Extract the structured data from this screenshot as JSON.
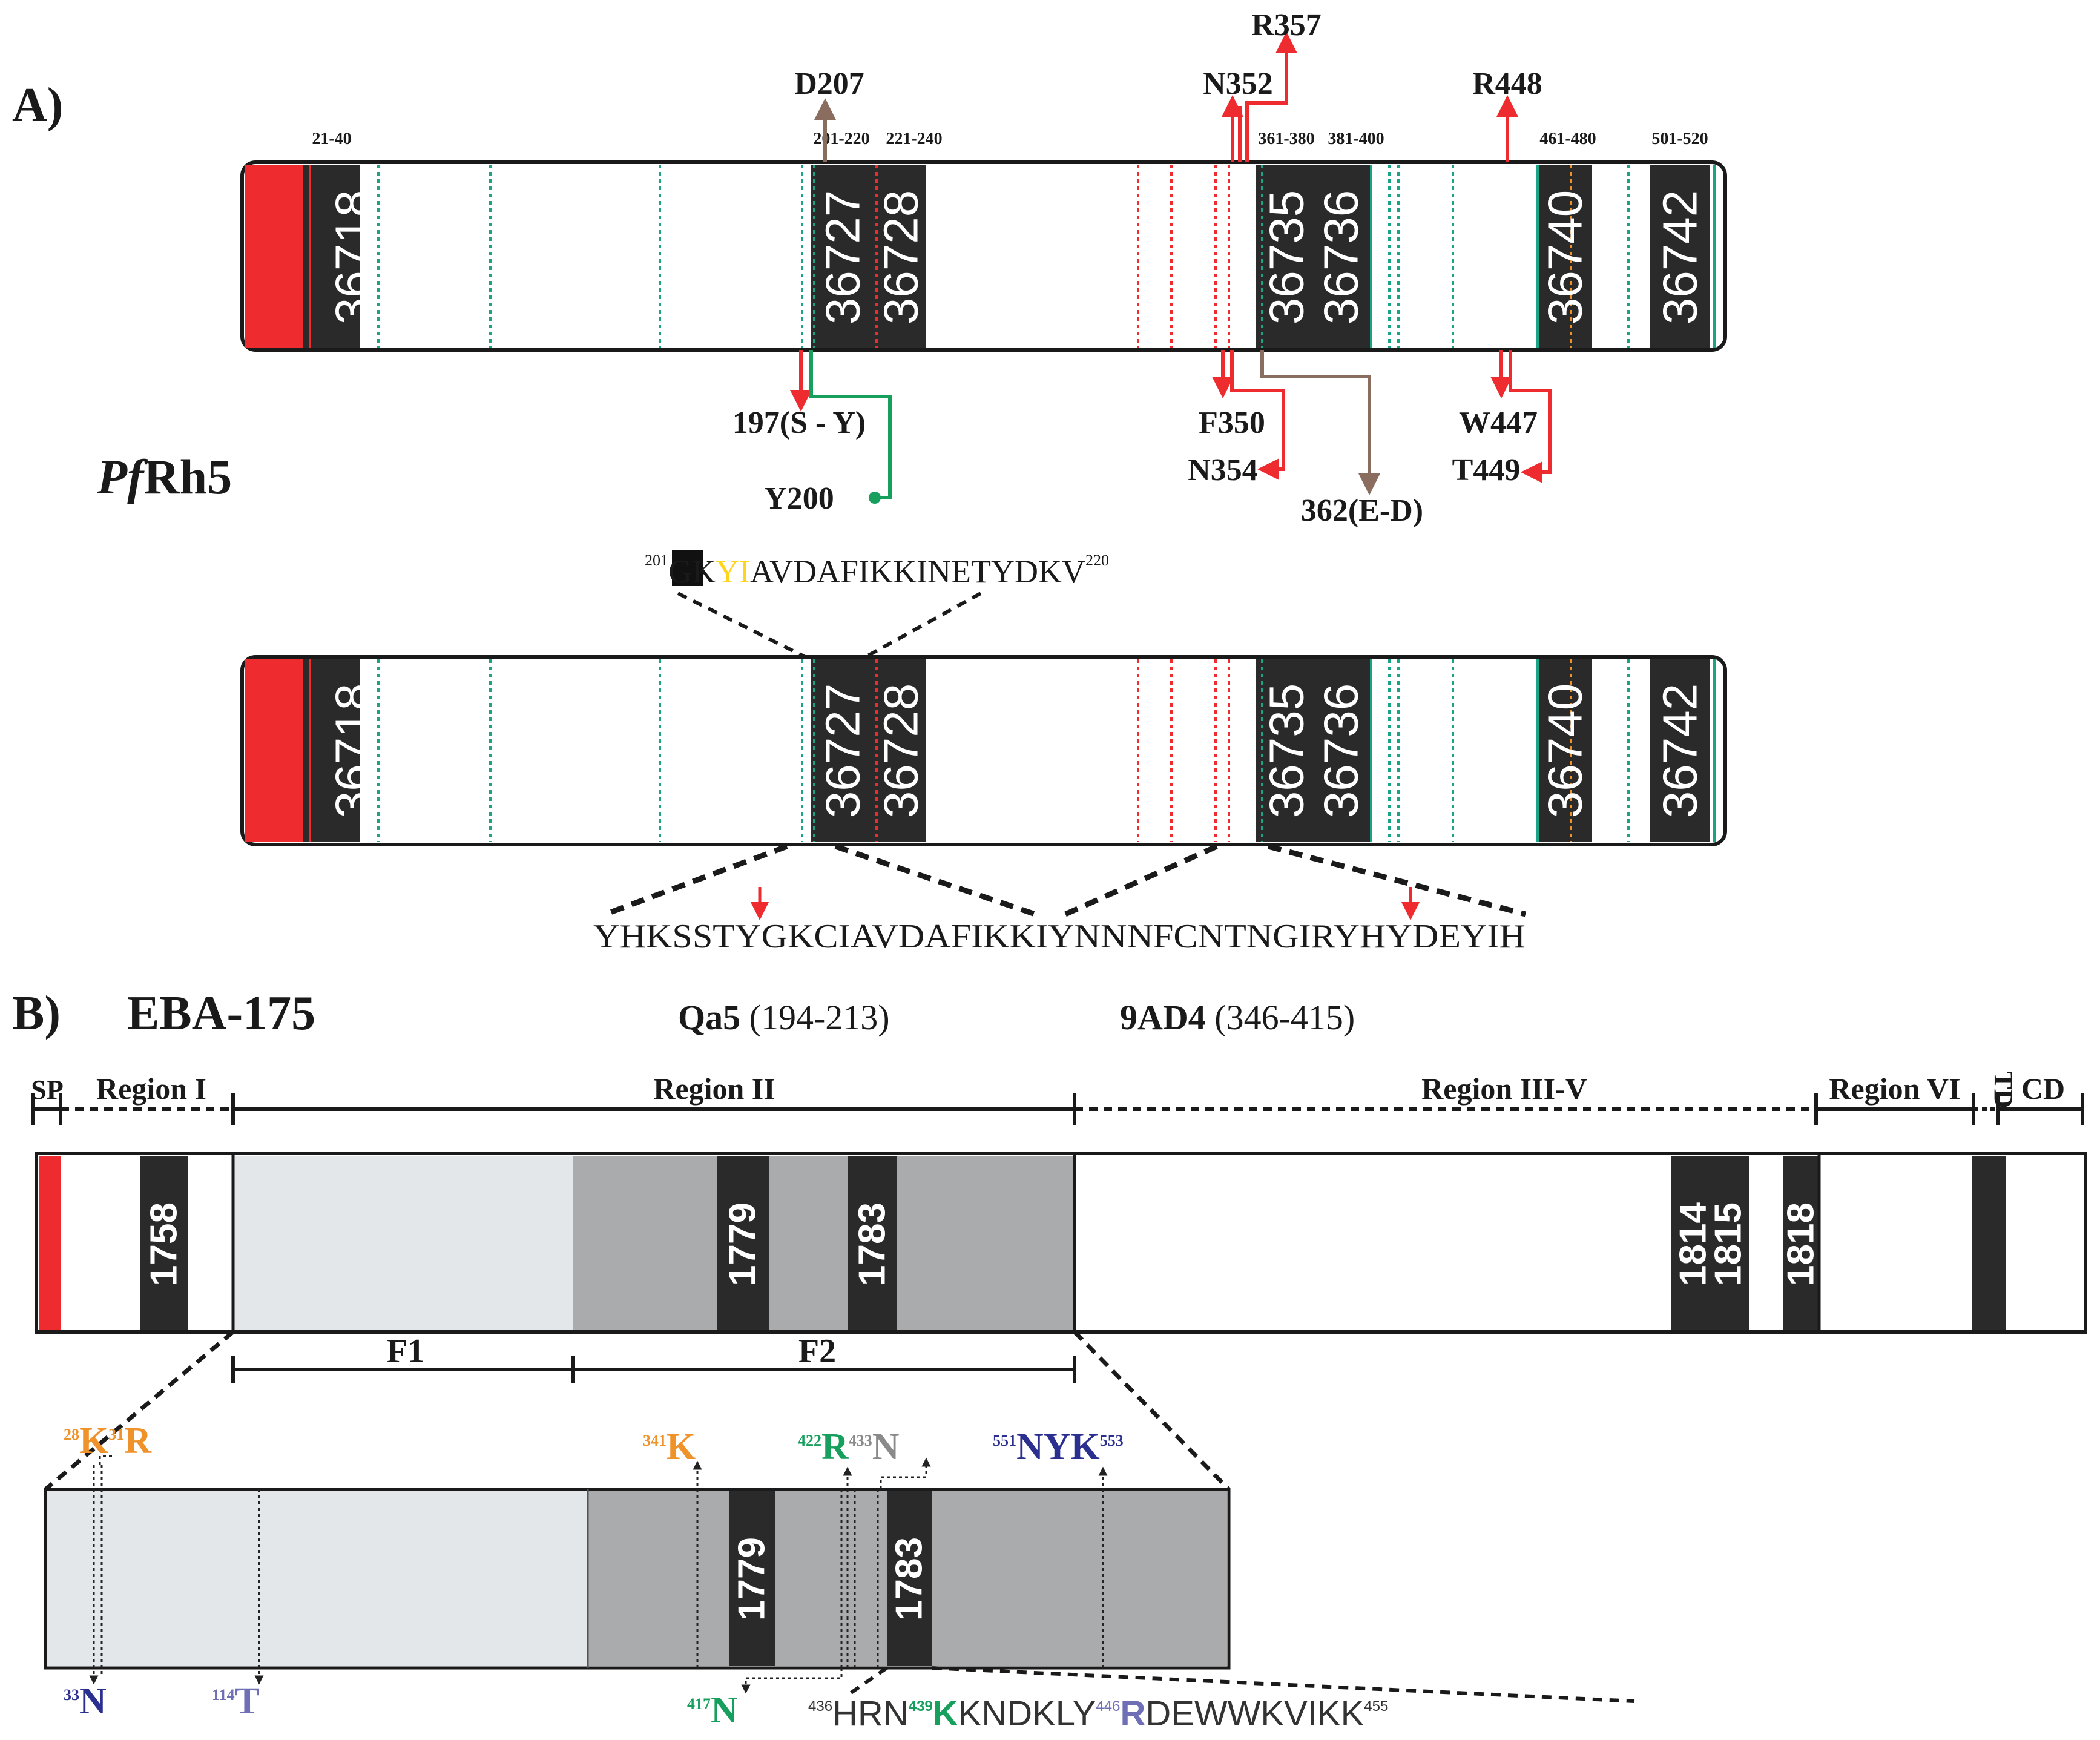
{
  "panelA": {
    "label": "A)",
    "protein": "PfRh5",
    "protein_italic_part": "Pf",
    "protein_rest": "Rh5",
    "peptide_ranges": [
      "21-40",
      "201-220",
      "221-240",
      "361-380",
      "381-400",
      "461-480",
      "501-520"
    ],
    "bar_numbers": [
      "36718",
      "36727",
      "36728",
      "36735",
      "36736",
      "36740",
      "36742"
    ],
    "mutations_above": [
      "D207",
      "N352",
      "R357",
      "R448"
    ],
    "mutations_below": [
      "197(S - Y)",
      "Y200",
      "F350",
      "N354",
      "362(E-D)",
      "W447",
      "T449"
    ],
    "seq_201_220": {
      "start": "201",
      "pre": "GK",
      "highlight": "YI",
      "post": "AVDAFIKKINETYDKV",
      "end": "220"
    },
    "epitope_seq": "YHKSSTYGKCIAVDAFIKKIYNNNFCNTNGIRYHYDEYIH",
    "antibodies": [
      {
        "name": "Qa5",
        "range": "(194-213)"
      },
      {
        "name": "9AD4",
        "range": "(346-415)"
      }
    ]
  },
  "panelB": {
    "label": "B)",
    "protein": "EBA-175",
    "regions": [
      "SP",
      "Region I",
      "Region II",
      "Region III-V",
      "Region VI",
      "TD",
      "CD"
    ],
    "bar_numbers": [
      "1758",
      "1779",
      "1783",
      "1814",
      "1815",
      "1818"
    ],
    "fragments": [
      "F1",
      "F2"
    ],
    "residues_above": [
      {
        "sup": "28",
        "aa": "K",
        "color": "#f0922a"
      },
      {
        "sup": "31",
        "aa": "R",
        "color": "#f0922a"
      },
      {
        "sup": "341",
        "aa": "K",
        "color": "#f0922a"
      },
      {
        "sup": "422",
        "aa": "R",
        "color": "#17a05d"
      },
      {
        "sup": "433",
        "aa": "N",
        "color": "#8a8a8a"
      },
      {
        "sup": "551",
        "aa": "NYK",
        "color": "#2b2f8f"
      },
      {
        "sup": "553",
        "aa": "",
        "color": "#2b2f8f"
      }
    ],
    "residues_below": [
      {
        "sup": "33",
        "aa": "N",
        "color": "#2b2f8f"
      },
      {
        "sup": "114",
        "aa": "T",
        "color": "#6f6fb5"
      },
      {
        "sup": "417",
        "aa": "N",
        "color": "#17a05d"
      }
    ],
    "seq_436_455": {
      "s1": "436",
      "t1": "HRN",
      "s2": "439",
      "t2": "K",
      "t3": "KNDKLY",
      "s3": "446",
      "t4": "R",
      "t5": "DEWWKVIKK",
      "s4": "455"
    }
  },
  "colors": {
    "signal": "#ee2b2f",
    "black_block": "#2a2a2a",
    "region2_light": "#e3e7e9",
    "region2_dark": "#a9abad",
    "red_mut": "#ee2b2f",
    "brown_mut": "#8a6d5e",
    "green_mut": "#17a05d",
    "teal_dot": "#1aa384",
    "orange_dot": "#f0922a"
  }
}
